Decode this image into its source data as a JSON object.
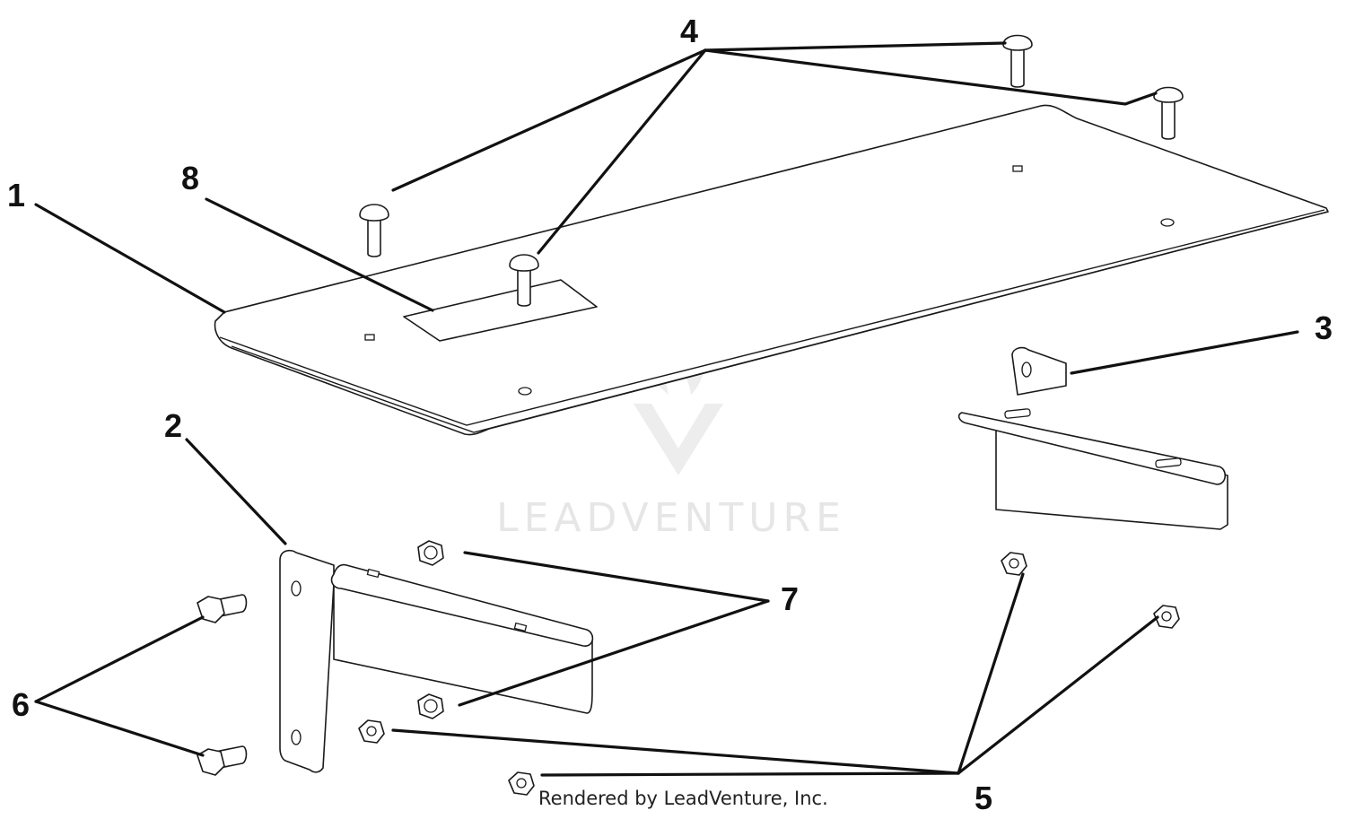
{
  "callouts": {
    "c1": "1",
    "c2": "2",
    "c3": "3",
    "c4": "4",
    "c5": "5",
    "c6": "6",
    "c7": "7",
    "c8": "8"
  },
  "watermark": {
    "brand": "LEADVENTURE",
    "logo_icon": "flame-v-logo-icon"
  },
  "credit": "Rendered by LeadVenture, Inc."
}
